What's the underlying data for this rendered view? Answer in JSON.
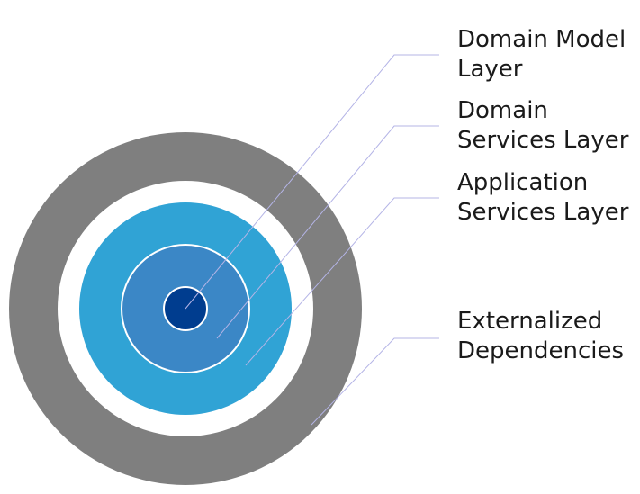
{
  "layers": [
    {
      "id": "domain-model",
      "line1": "Domain Model",
      "line2": "Layer",
      "color": "#003d8f"
    },
    {
      "id": "domain-services",
      "line1": "Domain",
      "line2": "Services Layer",
      "color": "#3b87c6"
    },
    {
      "id": "application-services",
      "line1": "Application",
      "line2": "Services Layer",
      "color": "#30a3d5"
    },
    {
      "id": "externalized-dependencies",
      "line1": "Externalized",
      "line2": "Dependencies",
      "color": "#7f7f7f"
    }
  ],
  "colors": {
    "separator_ring": "#ffffff",
    "leader_line": "#b4b4e6",
    "inner_stroke": "#ffffff"
  }
}
